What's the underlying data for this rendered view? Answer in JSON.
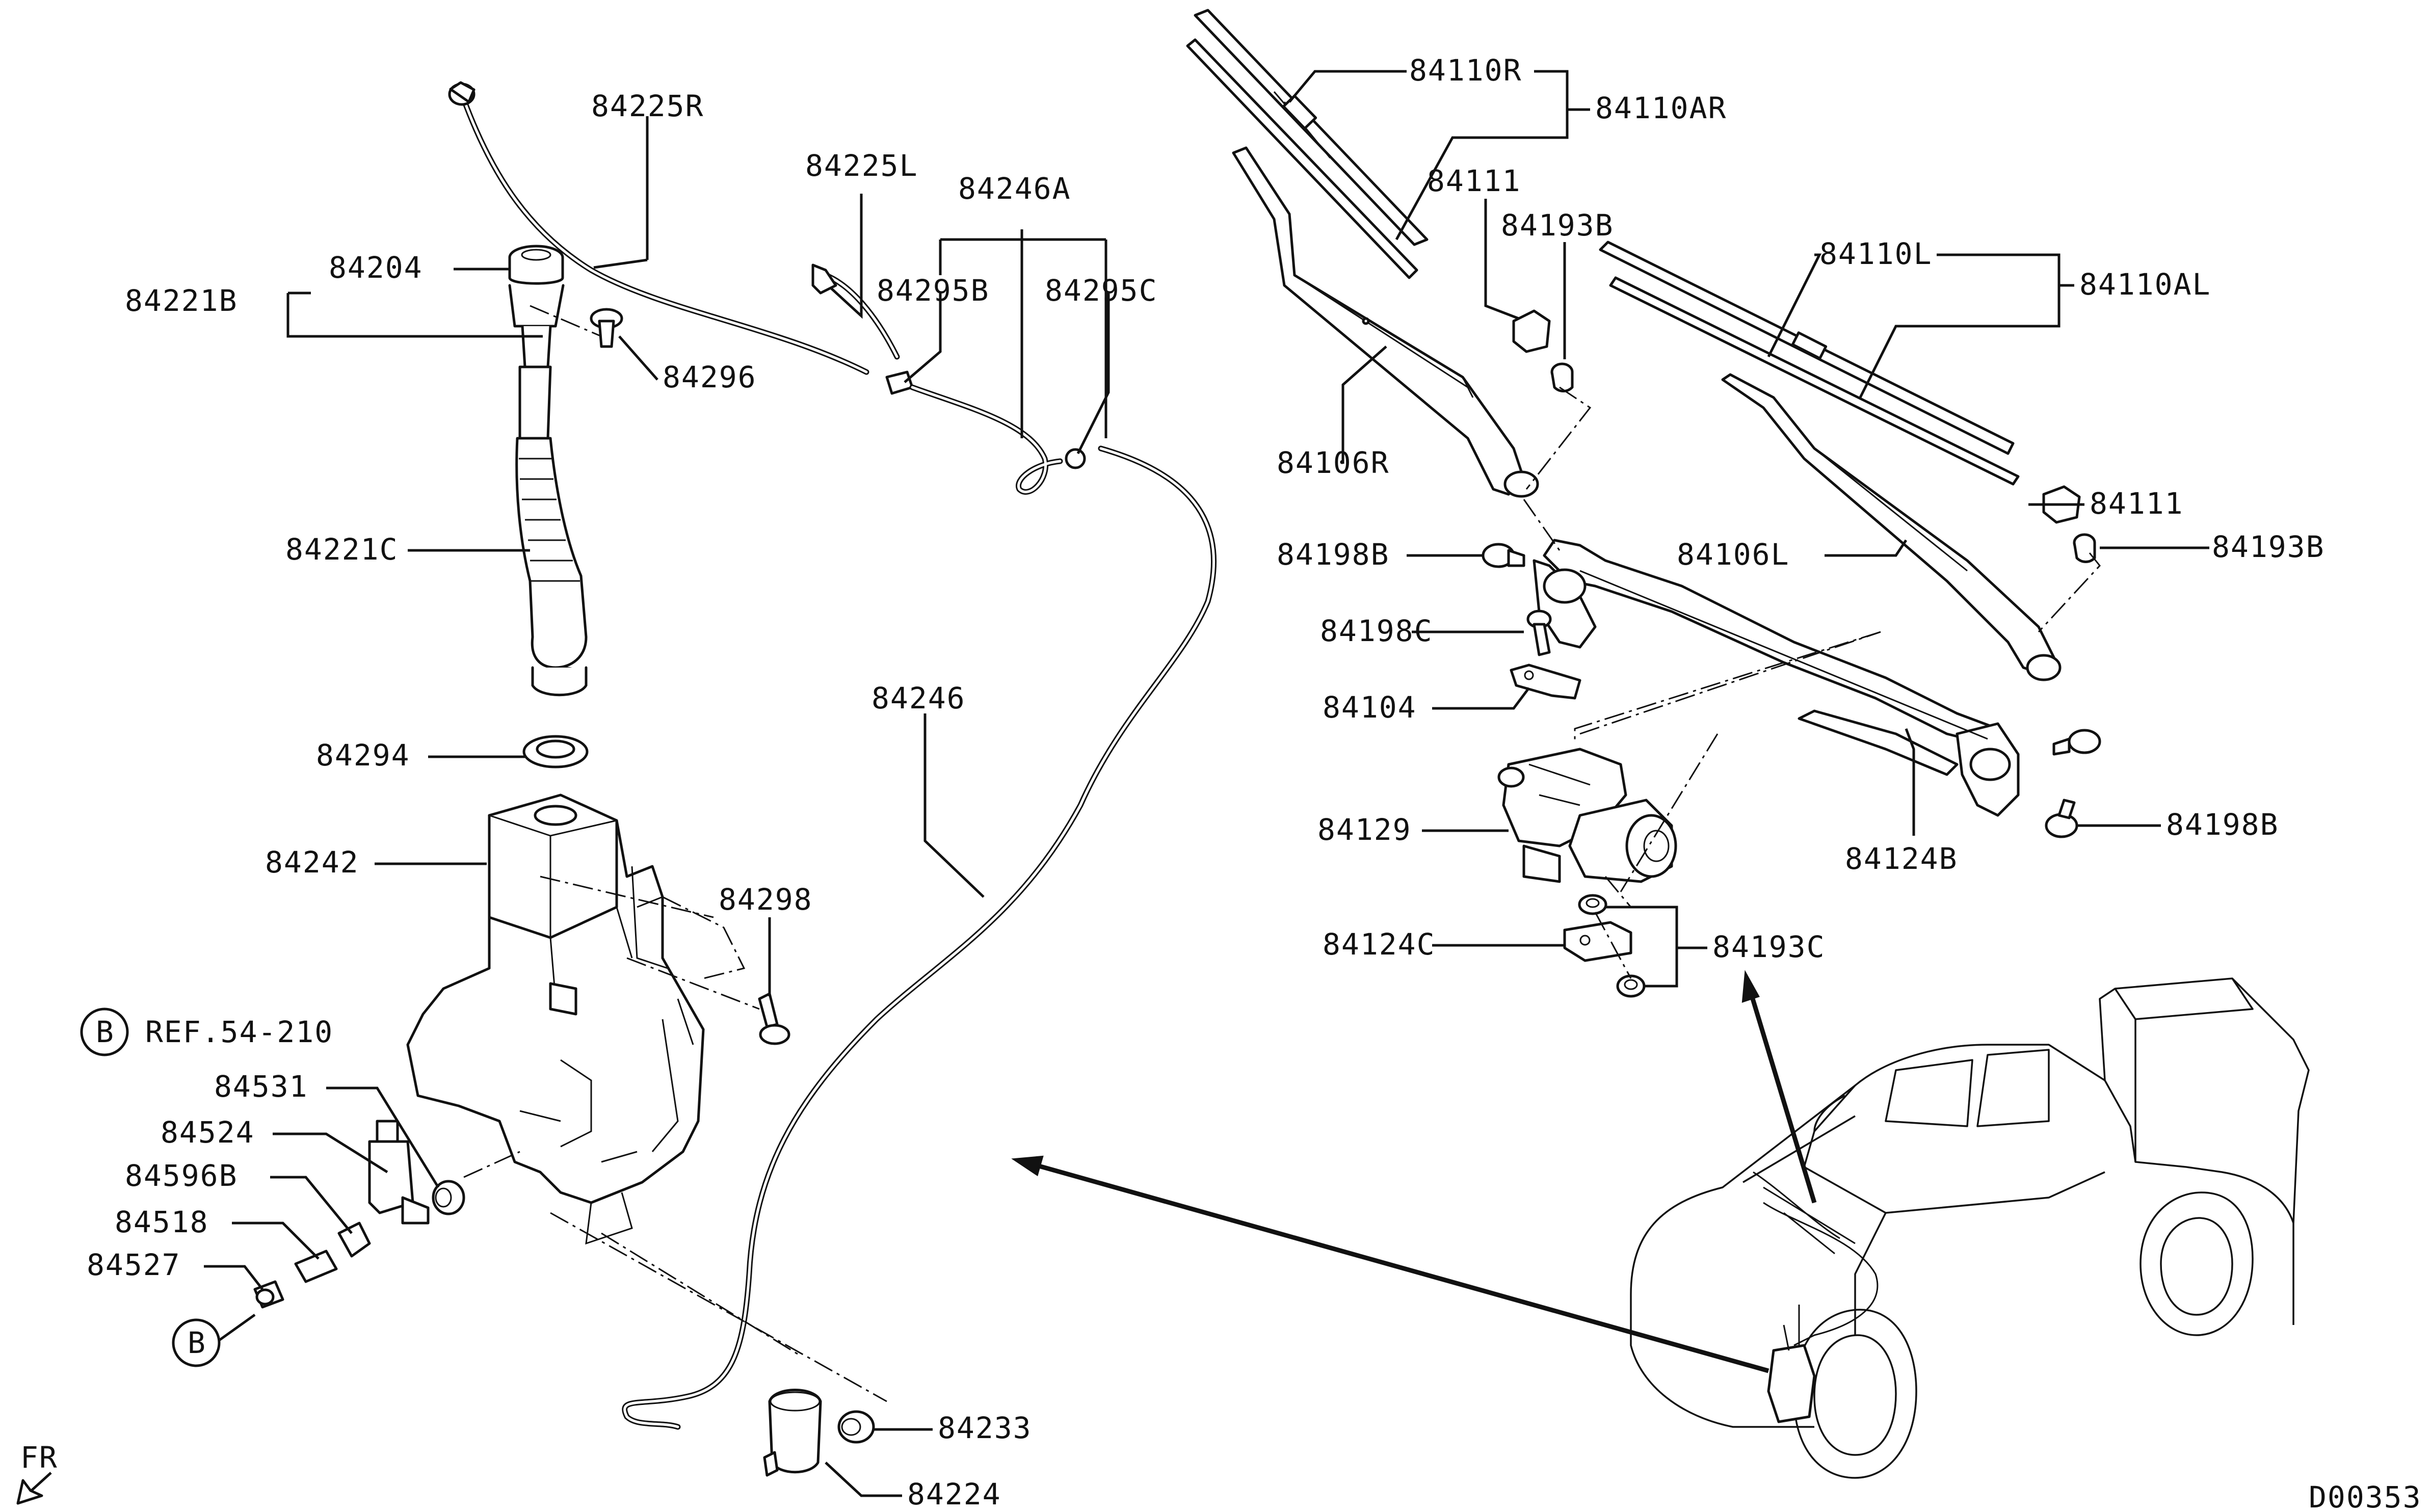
{
  "diagram_id": "D00353",
  "direction": "FR",
  "ref_note": {
    "circle": "B",
    "text": "REF.54-210"
  },
  "callout_b": "B",
  "labels": {
    "p84225R": "84225R",
    "p84225L": "84225L",
    "p84246A": "84246A",
    "p84295B": "84295B",
    "p84295C": "84295C",
    "p84204": "84204",
    "p84221B": "84221B",
    "p84296": "84296",
    "p84221C": "84221C",
    "p84294": "84294",
    "p84242": "84242",
    "p84298": "84298",
    "p84246": "84246",
    "p84531": "84531",
    "p84524": "84524",
    "p84596B": "84596B",
    "p84518": "84518",
    "p84527": "84527",
    "p84233": "84233",
    "p84224": "84224",
    "p84110R": "84110R",
    "p84110AR": "84110AR",
    "p84111a": "84111",
    "p84193Ba": "84193B",
    "p84110L": "84110L",
    "p84110AL": "84110AL",
    "p84106R": "84106R",
    "p84111b": "84111",
    "p84198Ba": "84198B",
    "p84193Bb": "84193B",
    "p84106L": "84106L",
    "p84198C": "84198C",
    "p84104": "84104",
    "p84129": "84129",
    "p84198Bb": "84198B",
    "p84124B": "84124B",
    "p84124C": "84124C",
    "p84193C": "84193C"
  },
  "colors": {
    "ink": "#111111",
    "paper": "#ffffff"
  }
}
